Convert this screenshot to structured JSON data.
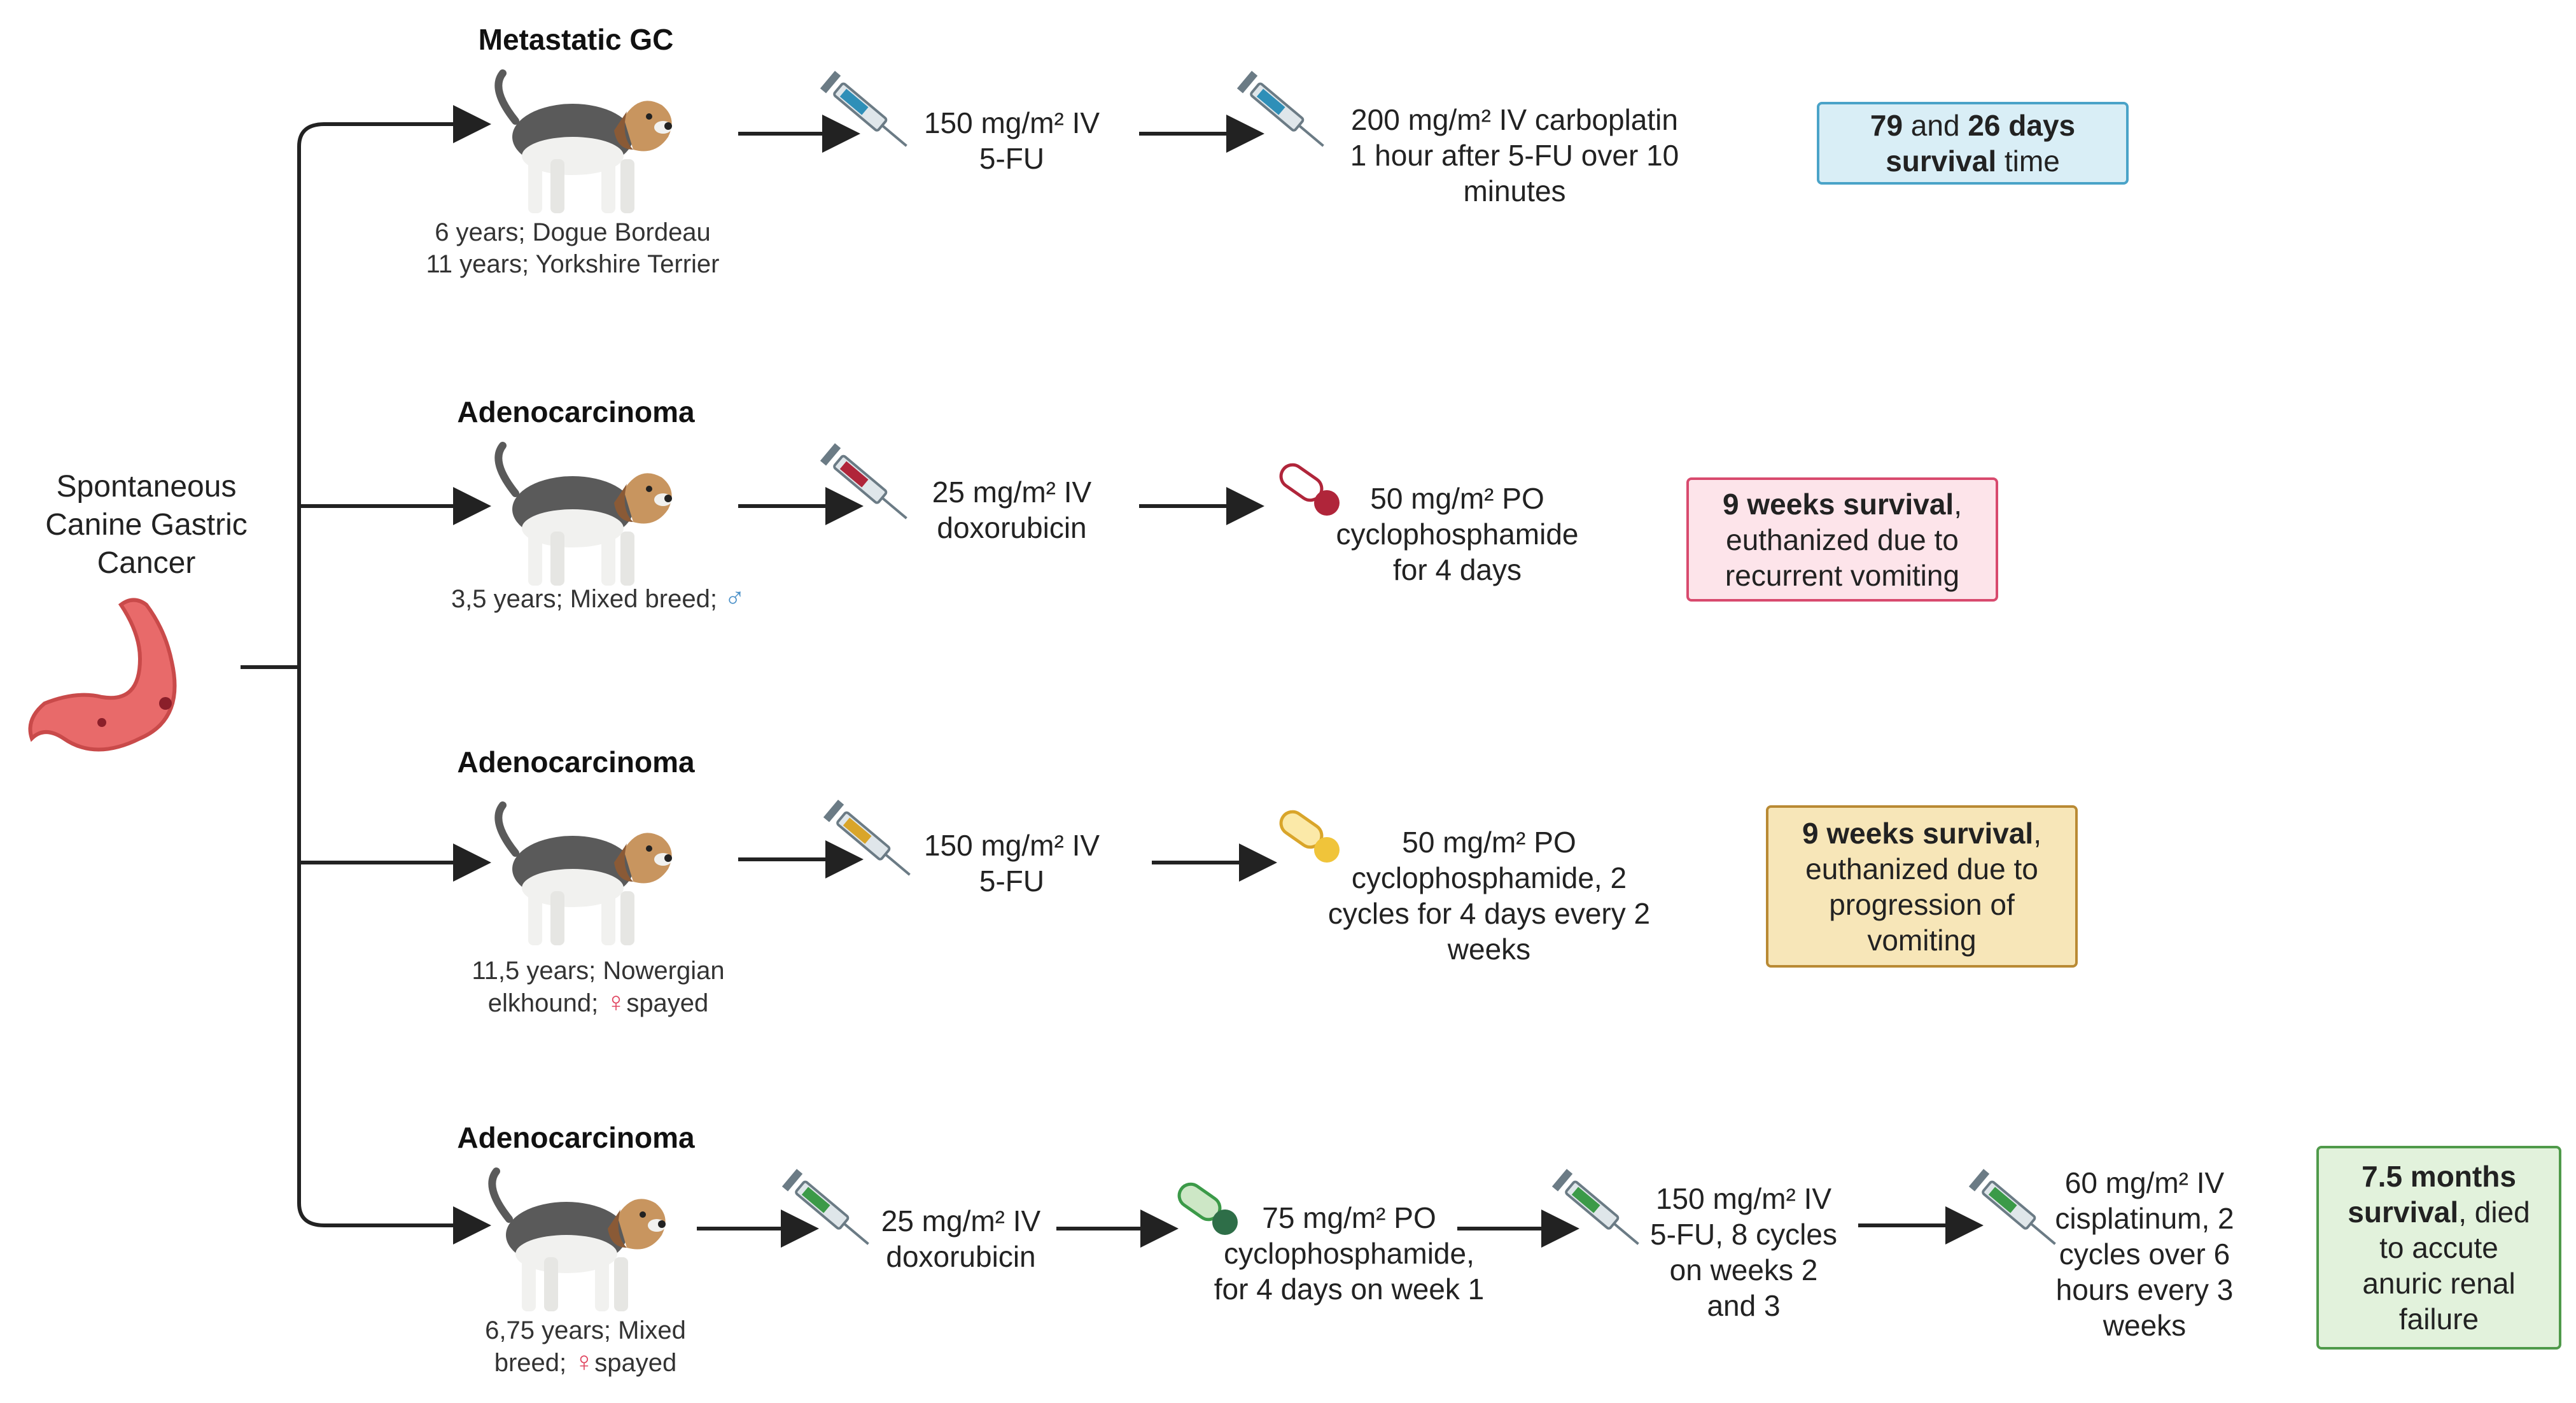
{
  "origin": {
    "label_lines": [
      "Spontaneous",
      "Canine Gastric",
      "Cancer"
    ]
  },
  "colors": {
    "arrow": "#222222",
    "male_symbol": "#4a90c8",
    "female_symbol": "#e0455f",
    "outcome1_fill": "#d9eef6",
    "outcome1_border": "#4aa3c8",
    "outcome2_fill": "#fde4ea",
    "outcome2_border": "#d84a6e",
    "outcome3_fill": "#f7e6b8",
    "outcome3_border": "#b98a34",
    "outcome4_fill": "#e2f2dc",
    "outcome4_border": "#4f9a4a",
    "stomach": "#e86a6a"
  },
  "cases": [
    {
      "title": "Metastatic GC",
      "dog_info_lines": [
        "6 years; Dogue Bordeau",
        "11 years; Yorkshire Terrier"
      ],
      "steps": [
        {
          "icon": "syringe-blue-icon",
          "lines": [
            "150 mg/m² IV",
            "5-FU"
          ]
        },
        {
          "icon": "syringe-blue-icon",
          "lines": [
            "200 mg/m² IV carboplatin",
            "1 hour after 5-FU over 10",
            "minutes"
          ]
        }
      ],
      "outcome": {
        "bold1": "79",
        "mid": " and ",
        "bold2": "26 days",
        "line2_bold": "survival",
        "line2_rest": " time"
      }
    },
    {
      "title": "Adenocarcinoma",
      "dog_info_text": "3,5 years; Mixed breed;",
      "dog_sex_symbol": "♂",
      "steps": [
        {
          "icon": "syringe-red-icon",
          "lines": [
            "25 mg/m² IV",
            "doxorubicin"
          ]
        },
        {
          "icon": "pill-red-icon",
          "lines": [
            "50 mg/m² PO",
            "cyclophosphamide",
            "for 4 days"
          ]
        }
      ],
      "outcome": {
        "bold": "9 weeks survival",
        "rest": ",",
        "lines": [
          "euthanized due to",
          "recurrent vomiting"
        ]
      }
    },
    {
      "title": "Adenocarcinoma",
      "dog_info_line1": "11,5 years; Nowergian",
      "dog_info_line2_pre": "elkhound;",
      "dog_sex_symbol": "♀",
      "dog_info_line2_post": "spayed",
      "steps": [
        {
          "icon": "syringe-yellow-icon",
          "lines": [
            "150 mg/m² IV",
            "5-FU"
          ]
        },
        {
          "icon": "pill-yellow-icon",
          "lines": [
            "50 mg/m² PO",
            "cyclophosphamide, 2",
            "cycles for 4 days every 2",
            "weeks"
          ]
        }
      ],
      "outcome": {
        "bold": "9 weeks survival",
        "rest": ",",
        "lines": [
          "euthanized due to",
          "progression of",
          "vomiting"
        ]
      }
    },
    {
      "title": "Adenocarcinoma",
      "dog_info_line1": "6,75 years; Mixed",
      "dog_info_line2_pre": "breed;",
      "dog_sex_symbol": "♀",
      "dog_info_line2_post": "spayed",
      "steps": [
        {
          "icon": "syringe-green-icon",
          "lines": [
            "25 mg/m² IV",
            "doxorubicin"
          ]
        },
        {
          "icon": "pill-green-icon",
          "lines": [
            "75 mg/m² PO",
            "cyclophosphamide,",
            "for 4 days on week 1"
          ]
        },
        {
          "icon": "syringe-green-icon",
          "lines": [
            "150 mg/m² IV",
            "5-FU, 8 cycles",
            "on weeks 2",
            "and 3"
          ]
        },
        {
          "icon": "syringe-green-icon",
          "lines": [
            "60 mg/m² IV",
            "cisplatinum, 2",
            "cycles over 6",
            "hours every 3",
            "weeks"
          ]
        }
      ],
      "outcome": {
        "bold": "7.5 months",
        "line2_bold": "survival",
        "line2_rest": ", died",
        "lines": [
          "to accute",
          "anuric renal",
          "failure"
        ]
      }
    }
  ]
}
